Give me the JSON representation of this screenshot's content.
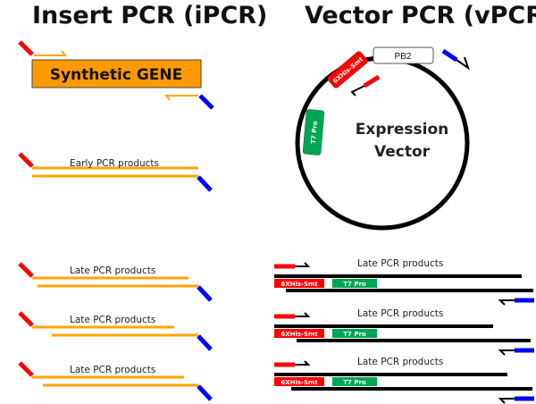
{
  "titles": {
    "left": "Insert PCR (iPCR)",
    "right": "Vector PCR (vPCR)"
  },
  "insert": {
    "gene_label": "Synthetic GENE",
    "early_label": "Early PCR products",
    "late_labels": [
      "Late PCR products",
      "Late PCR products",
      "Late PCR products"
    ]
  },
  "vector": {
    "center_label_line1": "Expression",
    "center_label_line2": "Vector",
    "pb2_label": "PB2",
    "tag_label": "6XHis-Smt",
    "promoter_label": "T7 Pro",
    "late_labels": [
      "Late PCR products",
      "Late PCR products",
      "Late PCR products"
    ],
    "row_tag_label": "6XHis-Smt",
    "row_promoter_label": "T7 Pro"
  },
  "colors": {
    "forward_primer": "#ff0000",
    "reverse_primer": "#0000ff",
    "insert_strand": "#ffa500",
    "gene_box": "#ff9900",
    "vector_strand": "#000000",
    "tag": "#ff0000",
    "promoter": "#00a651"
  }
}
